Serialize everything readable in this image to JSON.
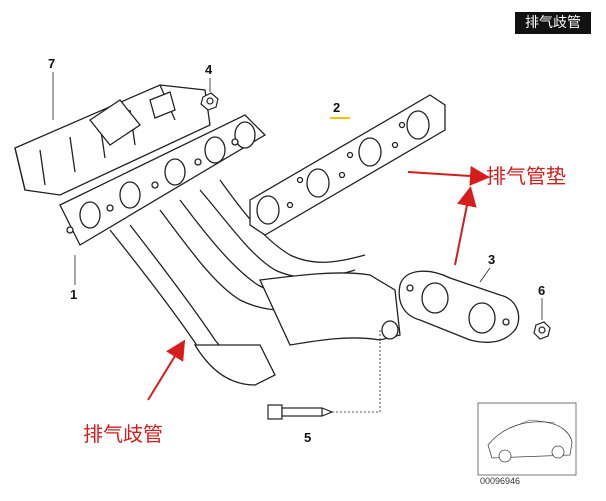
{
  "title_tag": "排气歧管",
  "part_numbers": {
    "p1": "1",
    "p2": "2",
    "p3": "3",
    "p4": "4",
    "p5": "5",
    "p6": "6",
    "p7": "7"
  },
  "annotations": {
    "manifold": "排气歧管",
    "gasket": "排气管垫"
  },
  "reference_id": "00096946",
  "colors": {
    "line": "#222222",
    "arrow": "#d71c1c",
    "label": "#d71c1c",
    "highlight": "#f5c400"
  }
}
